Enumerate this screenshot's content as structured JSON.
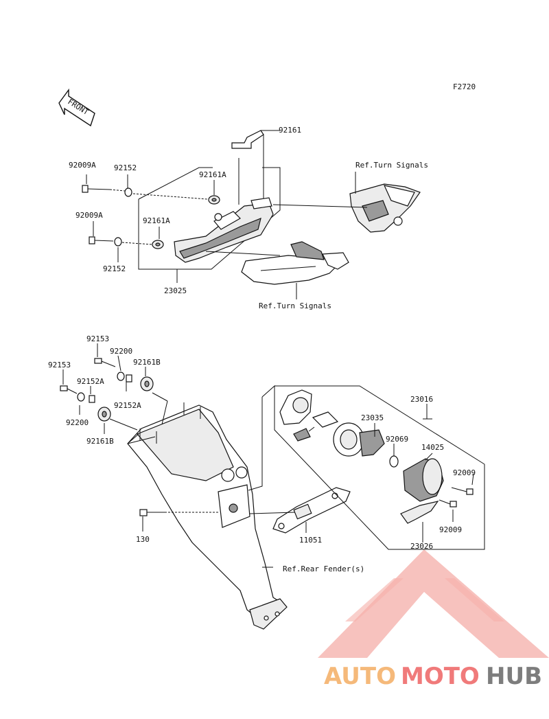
{
  "figure_code": "F2720",
  "front_arrow": "FRONT",
  "labels": {
    "p92161_top": "92161",
    "ref_turn_top": "Ref.Turn Signals",
    "p92009A_1": "92009A",
    "p92152_1": "92152",
    "p92161A_1": "92161A",
    "p92009A_2": "92009A",
    "p92161A_2": "92161A",
    "p92152_2": "92152",
    "p23025": "23025",
    "ref_turn_bottom": "Ref.Turn Signals",
    "p92153_1": "92153",
    "p92200_1": "92200",
    "p92161B_1": "92161B",
    "p92153_2": "92153",
    "p92152A_1": "92152A",
    "p92152A_2": "92152A",
    "p92200_2": "92200",
    "p92161B_2": "92161B",
    "p23016": "23016",
    "p23035": "23035",
    "p92069": "92069",
    "p14025": "14025",
    "p92009_1": "92009",
    "p92009_2": "92009",
    "p130": "130",
    "p11051": "11051",
    "p23026": "23026",
    "ref_rear_fender": "Ref.Rear Fender(s)"
  },
  "watermark": {
    "part1": "AUTO",
    "part2": "MOTO",
    "part3": "HUB",
    "color_light": "#f5b97a",
    "color_red": "#f07a7a",
    "color_gray": "#7d7d7d"
  }
}
